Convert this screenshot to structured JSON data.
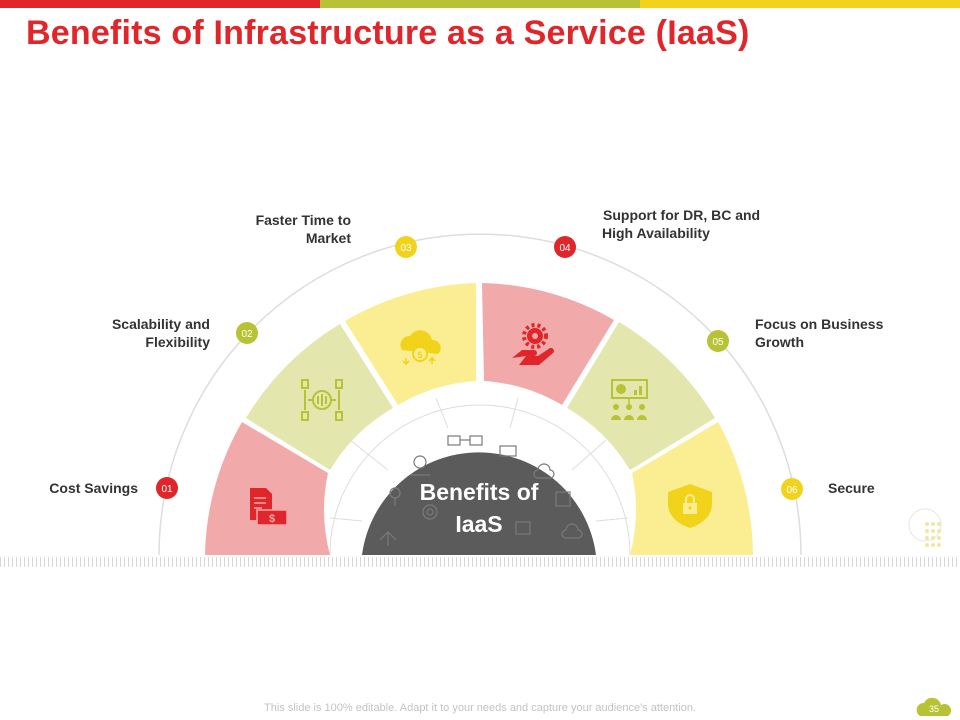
{
  "title": "Benefits of Infrastructure as a Service (IaaS)",
  "center": {
    "line1": "Benefits of",
    "line2": "IaaS"
  },
  "benefits": [
    {
      "num": "01",
      "label_lines": [
        "Cost Savings"
      ],
      "icon": "document-dollar-icon"
    },
    {
      "num": "02",
      "label_lines": [
        "Scalability and",
        "Flexibility"
      ],
      "icon": "network-chip-icon"
    },
    {
      "num": "03",
      "label_lines": [
        "Faster Time to",
        "Market"
      ],
      "icon": "cloud-dollar-icon"
    },
    {
      "num": "04",
      "label_lines": [
        "Support for DR, BC and",
        "High Availability"
      ],
      "icon": "gear-hand-icon"
    },
    {
      "num": "05",
      "label_lines": [
        "Focus on Business",
        "Growth"
      ],
      "icon": "presentation-team-icon"
    },
    {
      "num": "06",
      "label_lines": [
        "Secure"
      ],
      "icon": "shield-lock-icon"
    }
  ],
  "footer": "This slide is 100% editable. Adapt it to your needs and capture your audience's attention.",
  "page_number": "35",
  "colors": {
    "red": "#e0262a",
    "green": "#b7c234",
    "yellow": "#f2d31b",
    "pink_fill": "#f2a9aa",
    "green_fill": "#e3e7ad",
    "yellow_fill": "#fbee92",
    "center_fill": "#5b5b5b"
  }
}
